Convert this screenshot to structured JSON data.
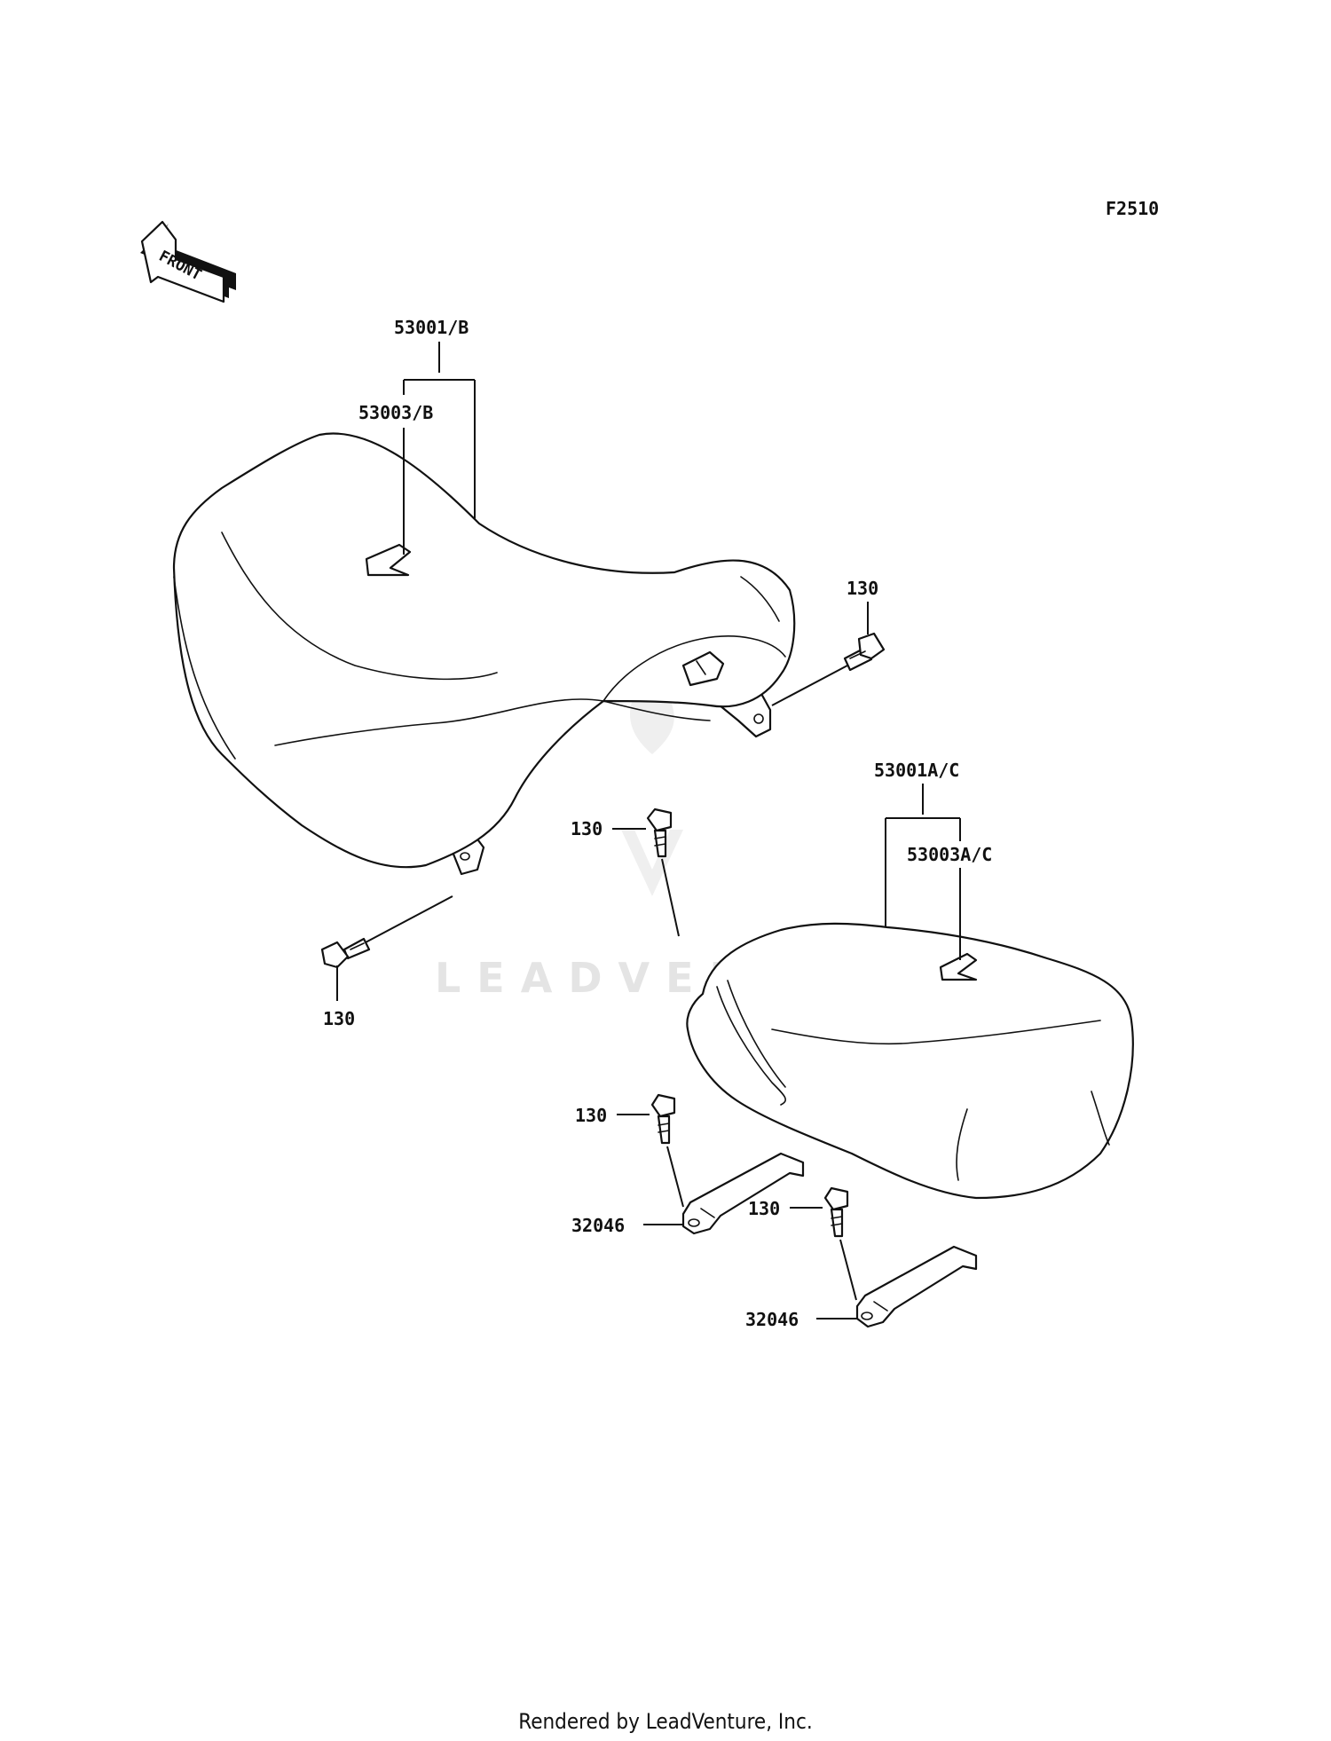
{
  "diagram_code": "F2510",
  "front_arrow_text": "FRONT",
  "watermark": "LEADVENTURE",
  "footer": "Rendered by LeadVenture, Inc.",
  "callouts": {
    "seat_front_assy": "53001/B",
    "seat_front_cover": "53003/B",
    "bolt_front_right": "130",
    "bolt_front_left": "130",
    "seat_rear_assy": "53001A/C",
    "seat_rear_cover": "53003A/C",
    "bolt_rear_top": "130",
    "bolt_bracket_1": "130",
    "bracket_1": "32046",
    "bolt_bracket_2": "130",
    "bracket_2": "32046"
  }
}
